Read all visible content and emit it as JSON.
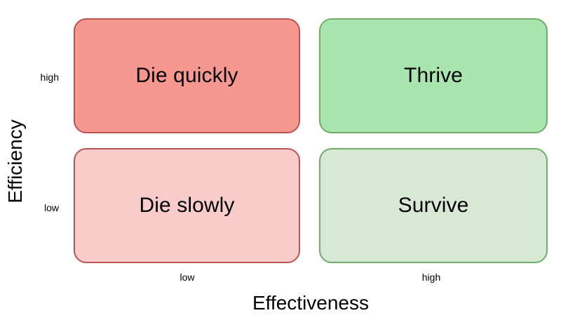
{
  "diagram": {
    "type": "2x2-matrix",
    "background_color": "#FFFFFF",
    "axes": {
      "y": {
        "title": "Efficiency",
        "ticks": [
          {
            "label": "high",
            "position": "top"
          },
          {
            "label": "low",
            "position": "bottom"
          }
        ]
      },
      "x": {
        "title": "Effectiveness",
        "ticks": [
          {
            "label": "low",
            "position": "left"
          },
          {
            "label": "high",
            "position": "right"
          }
        ]
      }
    },
    "quadrants": [
      {
        "name": "die-quickly",
        "label": "Die quickly",
        "x": "low",
        "y": "high",
        "fill_color": "#F79890",
        "border_color": "#BC5350"
      },
      {
        "name": "thrive",
        "label": "Thrive",
        "x": "high",
        "y": "high",
        "fill_color": "#A9E6AF",
        "border_color": "#6FAB69"
      },
      {
        "name": "die-slowly",
        "label": "Die slowly",
        "x": "low",
        "y": "low",
        "fill_color": "#F7CCCB",
        "border_color": "#BC5350"
      },
      {
        "name": "survive",
        "label": "Survive",
        "x": "high",
        "y": "low",
        "fill_color": "#D7E9D4",
        "border_color": "#6FAB69"
      }
    ]
  }
}
